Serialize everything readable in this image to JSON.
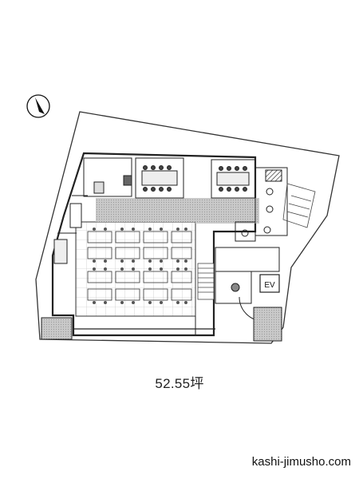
{
  "plan": {
    "area_label": "52.55坪",
    "elevator_label": "EV"
  },
  "footer": {
    "site": "kashi-jimusho.com"
  }
}
